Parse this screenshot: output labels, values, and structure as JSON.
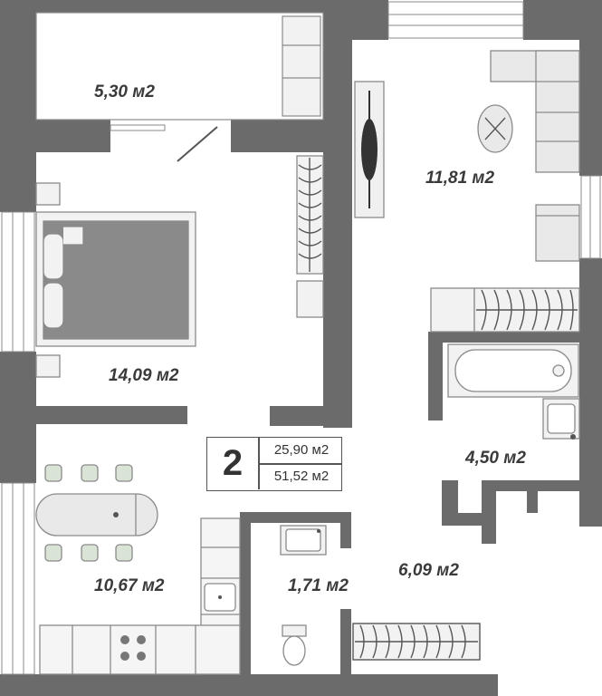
{
  "plan": {
    "rooms_count": "2",
    "living_area": "25,90 м2",
    "total_area": "51,52 м2"
  },
  "rooms": {
    "balcony": "5,30 м2",
    "living_room": "11,81 м2",
    "bedroom": "14,09 м2",
    "bathroom": "4,50 м2",
    "kitchen": "10,67 м2",
    "toilet": "1,71 м2",
    "hallway": "6,09 м2"
  },
  "colors": {
    "wall": "#6b6b6b",
    "furniture_fill": "#e9e9e9",
    "furniture_stroke": "#8a8a8a",
    "bed_fill": "#8a8a8a",
    "text": "#3a3a3a"
  }
}
